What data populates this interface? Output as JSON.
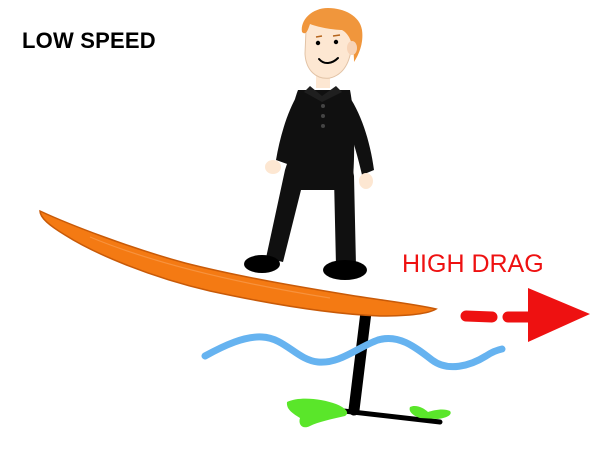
{
  "diagram": {
    "title": "LOW SPEED",
    "drag_label": "HIGH DRAG"
  },
  "colors": {
    "board": "#f47a13",
    "board_edge": "#b84e00",
    "water": "#66b3f0",
    "foil_wing": "#5ae62a",
    "mast": "#000000",
    "arrow": "#ee1111",
    "skin": "#fde7d2",
    "hair": "#f0963c",
    "suit": "#101010"
  },
  "icons": {
    "rider": "rider-figure",
    "board": "surfboard",
    "water": "water-wave",
    "foil": "hydrofoil",
    "arrow": "drag-arrow-icon"
  }
}
